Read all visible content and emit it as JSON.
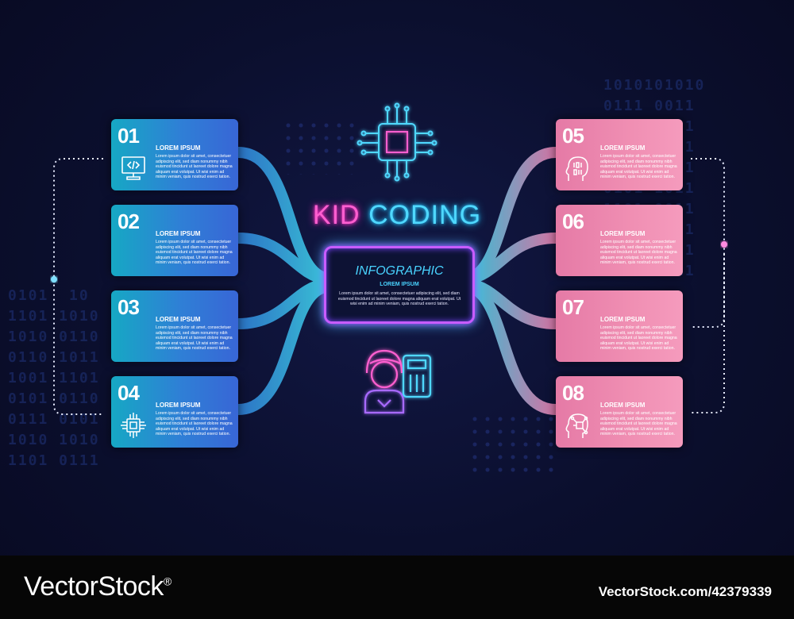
{
  "title": {
    "part1": "KID",
    "part2": "CODING"
  },
  "center": {
    "heading": "INFOGRAPHIC",
    "subheading": "LOREM IPSUM",
    "body": "Lorem ipsum dolor sit amet, consectetuer adipiscing elit, sed diam euismod tincidunt ut laoreet dolore magna aliquam erat volutpat. Ut wisi enim ad minim veniam, quis nostrud exerci tation."
  },
  "cards_left": [
    {
      "number": "01",
      "title": "LOREM IPSUM",
      "body": "Lorem ipsum dolor sit amet, consectetuer adipiscing elit, sed diam nonummy nibh euismod tincidunt ut laoreet dolore magna aliquam erat volutpat. Ut wisi enim ad minim veniam, quis nostrud exerci tation.",
      "icon": "computer-code-icon"
    },
    {
      "number": "02",
      "title": "LOREM IPSUM",
      "body": "Lorem ipsum dolor sit amet, consectetuer adipiscing elit, sed diam nonummy nibh euismod tincidunt ut laoreet dolore magna aliquam erat volutpat. Ut wisi enim ad minim veniam, quis nostrud exerci tation.",
      "icon": ""
    },
    {
      "number": "03",
      "title": "LOREM IPSUM",
      "body": "Lorem ipsum dolor sit amet, consectetuer adipiscing elit, sed diam nonummy nibh euismod tincidunt ut laoreet dolore magna aliquam erat volutpat. Ut wisi enim ad minim veniam, quis nostrud exerci tation.",
      "icon": ""
    },
    {
      "number": "04",
      "title": "LOREM IPSUM",
      "body": "Lorem ipsum dolor sit amet, consectetuer adipiscing elit, sed diam nonummy nibh euismod tincidunt ut laoreet dolore magna aliquam erat volutpat. Ut wisi enim ad minim veniam, quis nostrud exerci tation.",
      "icon": "cpu-chip-icon"
    }
  ],
  "cards_right": [
    {
      "number": "05",
      "title": "LOREM IPSUM",
      "body": "Lorem ipsum dolor sit amet, consectetuer adipiscing elit, sed diam nonummy nibh euismod tincidunt ut laoreet dolore magna aliquam erat volutpat. Ut wisi enim ad minim veniam, quis nostrud exerci tation.",
      "icon": "head-binary-icon"
    },
    {
      "number": "06",
      "title": "LOREM IPSUM",
      "body": "Lorem ipsum dolor sit amet, consectetuer adipiscing elit, sed diam nonummy nibh euismod tincidunt ut laoreet dolore magna aliquam erat volutpat. Ut wisi enim ad minim veniam, quis nostrud exerci tation.",
      "icon": ""
    },
    {
      "number": "07",
      "title": "LOREM IPSUM",
      "body": "Lorem ipsum dolor sit amet, consectetuer adipiscing elit, sed diam nonummy nibh euismod tincidunt ut laoreet dolore magna aliquam erat volutpat. Ut wisi enim ad minim veniam, quis nostrud exerci tation.",
      "icon": ""
    },
    {
      "number": "08",
      "title": "LOREM IPSUM",
      "body": "Lorem ipsum dolor sit amet, consectetuer adipiscing elit, sed diam nonummy nibh euismod tincidunt ut laoreet dolore magna aliquam erat volutpat. Ut wisi enim ad minim veniam, quis nostrud exerci tation.",
      "icon": "head-circuit-icon"
    }
  ],
  "colors": {
    "cyan": "#49d3ff",
    "pink": "#ff5fd0",
    "card_left": "#2f7fd6",
    "card_right": "#f08fb3",
    "background": "#0b0f2a"
  },
  "footer": {
    "brand": "VectorStock",
    "registered": "®",
    "image_id": "VectorStock.com/42379339"
  }
}
